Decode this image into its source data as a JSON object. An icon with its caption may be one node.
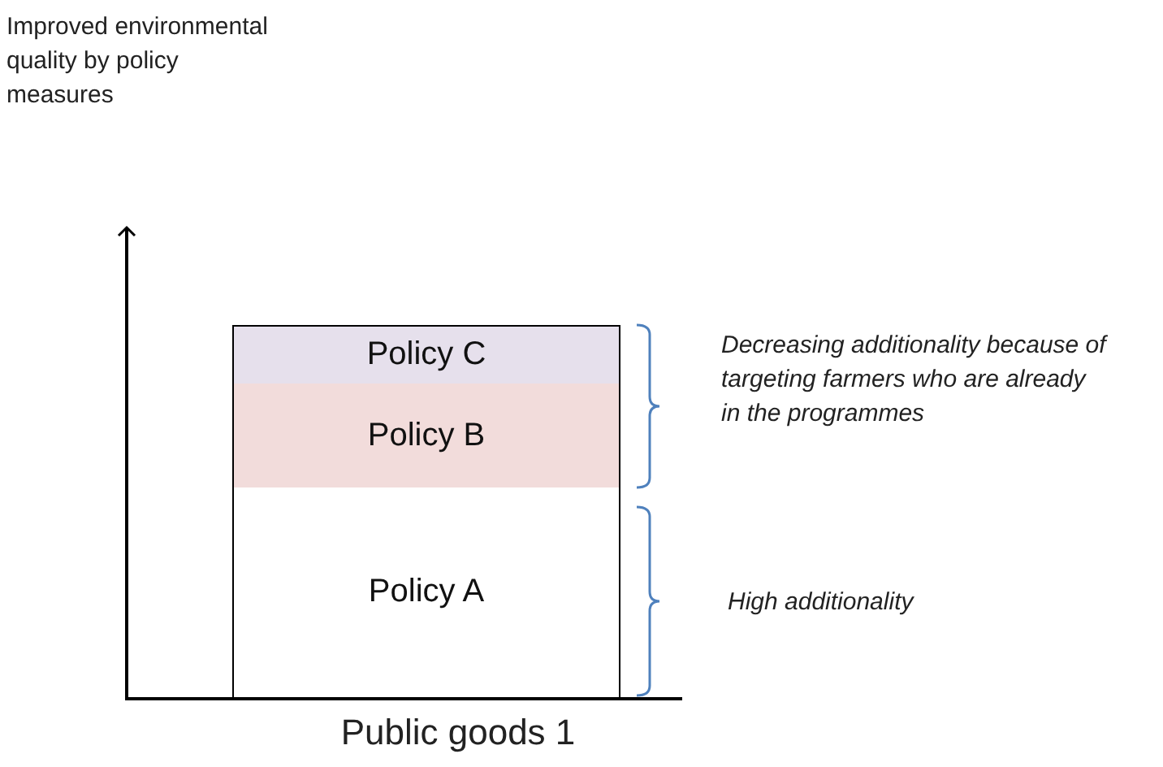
{
  "diagram": {
    "nodes": [
      {
        "text": [
          "Policy C"
        ]
      },
      {
        "text": [
          "Policy B"
        ]
      },
      {
        "text": [
          "Policy A"
        ]
      }
    ],
    "labels": [
      "Improved environmental quality by policy measures",
      "Decreasing additionality because of targeting farmers who are already in the programmes",
      "High additionality",
      "Public goods 1"
    ]
  }
}
